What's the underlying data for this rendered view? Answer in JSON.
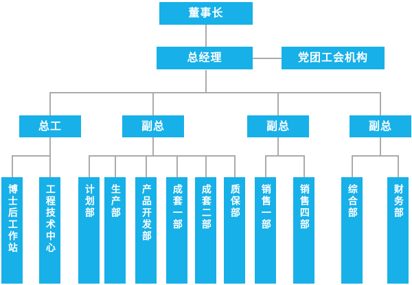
{
  "chart": {
    "type": "org-chart",
    "title": "",
    "colors": {
      "node_fill": "#17b0e8",
      "node_text": "#ffffff",
      "connector": "#aaaaaa",
      "background": "#ffffff"
    },
    "levels": [
      {
        "level": 1,
        "nodes": [
          {
            "id": "chairman",
            "label": "董事长",
            "orientation": "horizontal"
          }
        ]
      },
      {
        "level": 2,
        "nodes": [
          {
            "id": "general-manager",
            "label": "总经理",
            "orientation": "horizontal"
          },
          {
            "id": "party-union-org",
            "label": "党团工会机构",
            "orientation": "horizontal"
          }
        ]
      },
      {
        "level": 3,
        "nodes": [
          {
            "id": "chief-engineer",
            "label": "总工",
            "orientation": "horizontal"
          },
          {
            "id": "deputy-gm-1",
            "label": "副总",
            "orientation": "horizontal"
          },
          {
            "id": "deputy-gm-2",
            "label": "副总",
            "orientation": "horizontal"
          },
          {
            "id": "deputy-gm-3",
            "label": "副总",
            "orientation": "horizontal"
          }
        ]
      },
      {
        "level": 4,
        "nodes": [
          {
            "id": "postdoc-workstation",
            "label": "博士后工作站",
            "orientation": "vertical",
            "parent": "chief-engineer"
          },
          {
            "id": "eng-tech-center",
            "label": "工程技术中心",
            "orientation": "vertical",
            "parent": "chief-engineer"
          },
          {
            "id": "planning-dept",
            "label": "计划部",
            "orientation": "vertical",
            "parent": "deputy-gm-1"
          },
          {
            "id": "production-dept",
            "label": "生产部",
            "orientation": "vertical",
            "parent": "deputy-gm-1"
          },
          {
            "id": "product-dev-dept",
            "label": "产品开发部",
            "orientation": "vertical",
            "parent": "deputy-gm-1"
          },
          {
            "id": "complete-set-dept-1",
            "label": "成套一部",
            "orientation": "vertical",
            "parent": "deputy-gm-1"
          },
          {
            "id": "complete-set-dept-2",
            "label": "成套二部",
            "orientation": "vertical",
            "parent": "deputy-gm-1"
          },
          {
            "id": "quality-assurance-dept",
            "label": "质保部",
            "orientation": "vertical",
            "parent": "deputy-gm-1"
          },
          {
            "id": "sales-dept-1",
            "label": "销售一部",
            "orientation": "vertical",
            "parent": "deputy-gm-2"
          },
          {
            "id": "sales-dept-4",
            "label": "销售四部",
            "orientation": "vertical",
            "parent": "deputy-gm-2"
          },
          {
            "id": "general-affairs-dept",
            "label": "综合部",
            "orientation": "vertical",
            "parent": "deputy-gm-3"
          },
          {
            "id": "finance-dept",
            "label": "财务部",
            "orientation": "vertical",
            "parent": "deputy-gm-3"
          }
        ]
      }
    ]
  }
}
